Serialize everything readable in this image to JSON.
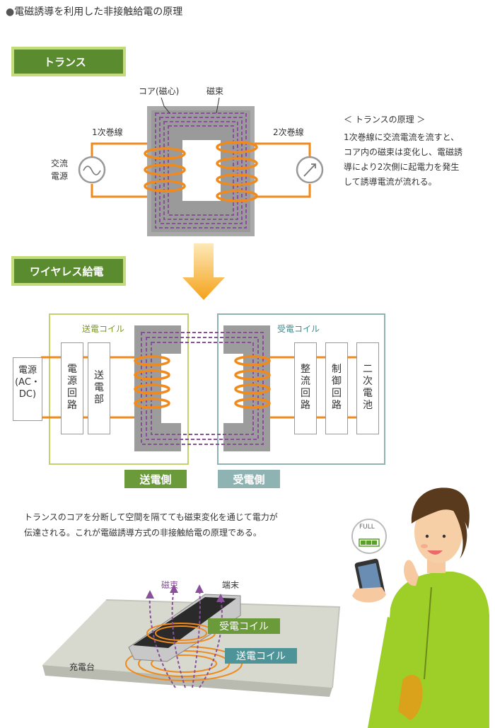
{
  "header": {
    "bullet": "●",
    "title": "電磁誘導を利用した非接触給電の原理"
  },
  "transformer": {
    "badge": "トランス",
    "core_label": "コア(磁心)",
    "flux_label": "磁束",
    "primary_label": "1次巻線",
    "secondary_label": "2次巻線",
    "ac_source_label": "交流\n電源"
  },
  "principle": {
    "title": "＜ トランスの原理 ＞",
    "lines": [
      "1次巻線に交流電流を流すと、",
      "コア内の磁束は変化し、電磁誘",
      "導により2次側に起電力を発生",
      "して誘導電流が流れる。"
    ]
  },
  "wireless": {
    "badge": "ワイヤレス給電",
    "tx_coil_label": "送電コイル",
    "rx_coil_label": "受電コイル",
    "power_source": "電源\n(AC・\nDC)",
    "power_circuit": "電\n源\n回\n路",
    "tx_unit": "送\n電\n部",
    "rectifier": "整\n流\n回\n路",
    "control": "制\n御\n回\n路",
    "battery": "二\n次\n電\n池",
    "tx_side": "送電側",
    "rx_side": "受電側"
  },
  "explanation": [
    "トランスのコアを分断して空間を隔てても磁束変化を通じて電力が",
    "伝達される。これが電磁誘導方式の非接触給電の原理である。"
  ],
  "illustration": {
    "flux_label": "磁束",
    "terminal_label": "端末",
    "rx_coil_label": "受電コイル",
    "tx_coil_label": "送電コイル",
    "charger_label": "充電台",
    "full_label": "FULL"
  },
  "colors": {
    "accent_green": "#5a8c2f",
    "teal": "#4d9498",
    "coil_orange": "#f08a1c",
    "flux_purple": "#8a4f9a",
    "core_gray": "#9c9c9c"
  }
}
